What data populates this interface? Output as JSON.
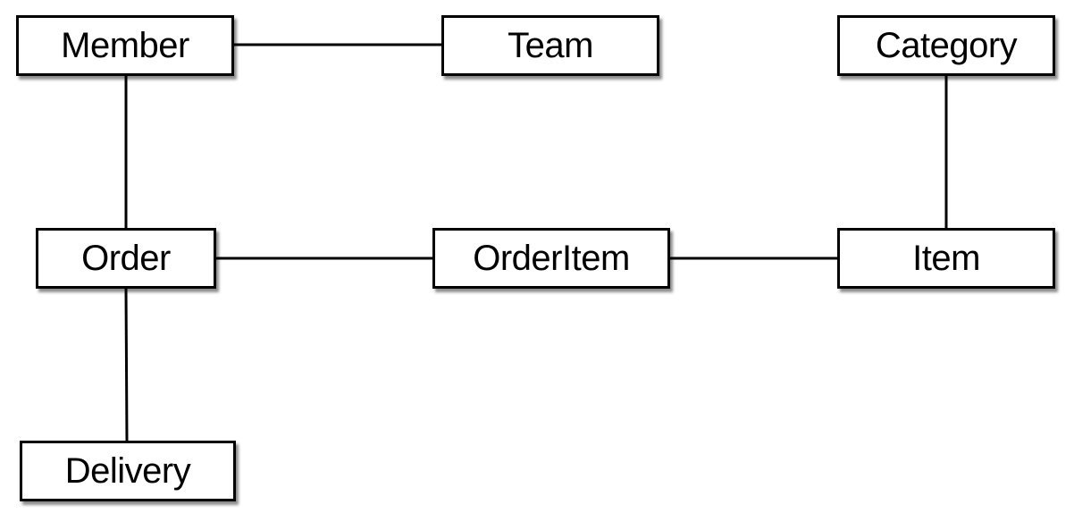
{
  "diagram": {
    "entities": {
      "member": "Member",
      "team": "Team",
      "category": "Category",
      "order": "Order",
      "orderitem": "OrderItem",
      "item": "Item",
      "delivery": "Delivery"
    },
    "relationships": [
      {
        "from": "Member",
        "to": "Team"
      },
      {
        "from": "Member",
        "to": "Order"
      },
      {
        "from": "Order",
        "to": "OrderItem"
      },
      {
        "from": "OrderItem",
        "to": "Item"
      },
      {
        "from": "Category",
        "to": "Item"
      },
      {
        "from": "Order",
        "to": "Delivery"
      }
    ]
  }
}
